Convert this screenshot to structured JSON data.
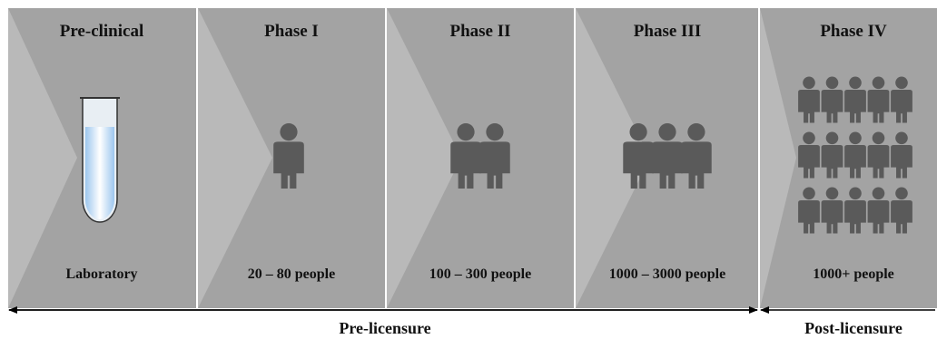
{
  "phases": [
    {
      "title": "Pre-clinical",
      "caption": "Laboratory",
      "icon": "test-tube-icon",
      "people": 0
    },
    {
      "title": "Phase I",
      "caption": "20 – 80 people",
      "icon": "person-icon",
      "people": 1
    },
    {
      "title": "Phase II",
      "caption": "100 – 300 people",
      "icon": "person-icon",
      "people": 2
    },
    {
      "title": "Phase III",
      "caption": "1000 – 3000 people",
      "icon": "person-icon",
      "people": 3
    },
    {
      "title": "Phase IV",
      "caption": "1000+ people",
      "icon": "person-icon",
      "people": 15
    }
  ],
  "periods": {
    "pre": "Pre-licensure",
    "post": "Post-licensure"
  },
  "colors": {
    "panel": "#a3a3a3",
    "chevron": "#b9b9b9",
    "person": "#5a5a5a",
    "arrow": "#000000"
  }
}
